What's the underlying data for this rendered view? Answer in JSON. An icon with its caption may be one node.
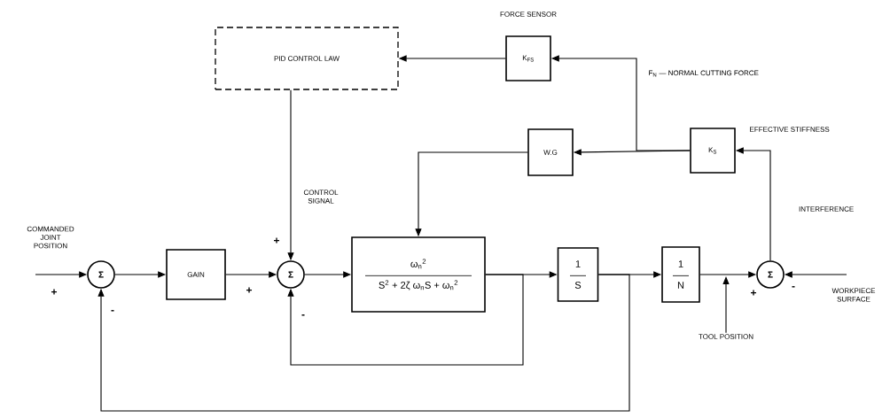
{
  "diagram": {
    "nodes": [
      {
        "text": [
          "PID CONTROL LAW"
        ]
      },
      {
        "text": [
          "K$_{FS}$"
        ],
        "beside": [
          "FORCE SENSOR"
        ]
      },
      {
        "text": [
          "W.G"
        ]
      },
      {
        "text": [
          "K$_{S}$"
        ],
        "beside": [
          "EFFECTIVE STIFFNESS"
        ]
      },
      {
        "text": [
          "Σ"
        ]
      },
      {
        "text": [
          "GAIN"
        ]
      },
      {
        "text": [
          "Σ"
        ]
      },
      {
        "text": [
          "ω$_{n}$$^{2}$",
          "S$^{2}$ + 2ζ ω$_{n}$S + ω$_{n}$$^{2}$"
        ]
      },
      {
        "text": [
          "1",
          "S"
        ]
      },
      {
        "text": [
          "1",
          "N"
        ]
      },
      {
        "text": [
          "Σ"
        ]
      },
      {
        "text": [
          "TOOL POSITION"
        ]
      }
    ],
    "edges": [
      {
        "from": null,
        "to": 4,
        "arrow": "to"
      },
      {
        "from": 4,
        "to": 5,
        "arrow": "to"
      },
      {
        "from": 5,
        "to": 6,
        "arrow": "to"
      },
      {
        "from": 6,
        "to": 7,
        "arrow": "to"
      },
      {
        "from": 7,
        "to": 8,
        "arrow": "to"
      },
      {
        "from": 8,
        "to": 9,
        "arrow": "to"
      },
      {
        "from": 9,
        "to": 10,
        "arrow": "to"
      },
      {
        "from": null,
        "to": 10,
        "arrow": "to"
      },
      {
        "from": 10,
        "to": 3,
        "arrow": "to",
        "label": "INTERFERENCE"
      },
      {
        "from": 3,
        "to": 2,
        "arrow": "to"
      },
      {
        "from": 3,
        "to": 1,
        "arrow": "to"
      },
      {
        "from": 1,
        "to": 0,
        "arrow": "to"
      },
      {
        "from": 0,
        "to": 6,
        "arrow": "to",
        "label": "CONTROL SIGNAL"
      },
      {
        "from": 2,
        "to": 7,
        "arrow": "to"
      },
      {
        "from": 7,
        "to": 6,
        "arrow": "to"
      },
      {
        "from": 8,
        "to": 4,
        "arrow": "to"
      },
      {
        "from": 11,
        "to": null,
        "arrow": "to"
      }
    ],
    "labels": [
      "F$_{N}$ — NORMAL CUTTING FORCE",
      "COMMANDED JOINT POSITION",
      "+",
      "+",
      "+",
      "+",
      "-",
      "WORKPIECE SURFACE",
      "-",
      "-"
    ]
  }
}
